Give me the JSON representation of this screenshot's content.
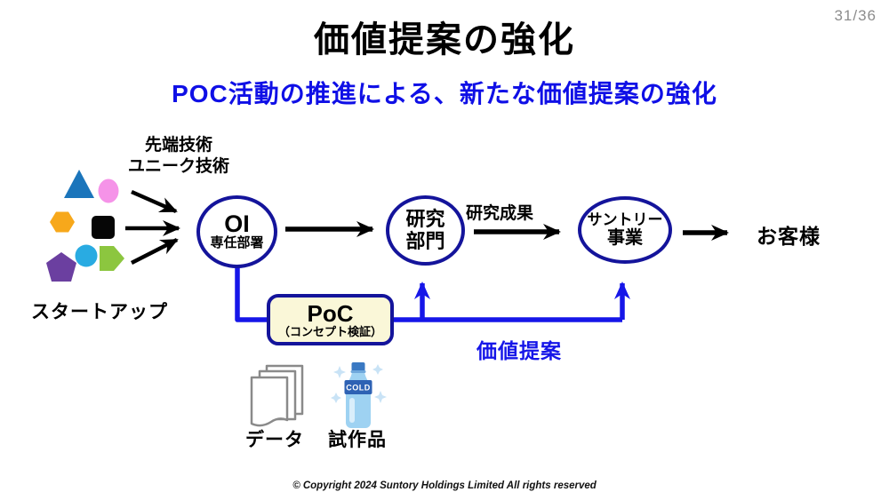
{
  "page": {
    "title": "価値提案の強化",
    "page_number": "31/36",
    "subtitle": "POC活動の推進による、新たな価値提案の強化",
    "footer": "© Copyright 2024 Suntory Holdings Limited All rights reserved"
  },
  "diagram": {
    "startup": {
      "tech_line1": "先端技術",
      "tech_line2": "ユニーク技術",
      "label": "スタートアップ",
      "shapes": [
        {
          "name": "triangle",
          "color": "#1b75bb"
        },
        {
          "name": "ellipse",
          "color": "#f593e8"
        },
        {
          "name": "hexagon",
          "color": "#f7a81b"
        },
        {
          "name": "rounded-square",
          "color": "#060606"
        },
        {
          "name": "circle",
          "color": "#29abe2"
        },
        {
          "name": "arrow-pentagon",
          "color": "#8cc63f"
        },
        {
          "name": "pentagon",
          "color": "#6b3fa0"
        }
      ]
    },
    "nodes": {
      "oi": {
        "line1": "OI",
        "line2": "専任部署"
      },
      "research": {
        "line1": "研究",
        "line2": "部門"
      },
      "suntory": {
        "line1": "サントリー",
        "line2": "事業"
      },
      "customer": "お客様"
    },
    "labels": {
      "research_results": "研究成果",
      "value_proposition": "価値提案"
    },
    "poc": {
      "title": "PoC",
      "subtitle": "（コンセプト検証）"
    },
    "artifacts": {
      "data_label": "データ",
      "prototype_label": "試作品",
      "bottle_text": "COLD"
    },
    "colors": {
      "node_outline_navy": "#14149b",
      "feedback_blue": "#1616e8",
      "subtitle_blue": "#0f0fe6",
      "poc_fill": "#faf7d8",
      "page_number_gray": "#8c8c8c"
    }
  }
}
